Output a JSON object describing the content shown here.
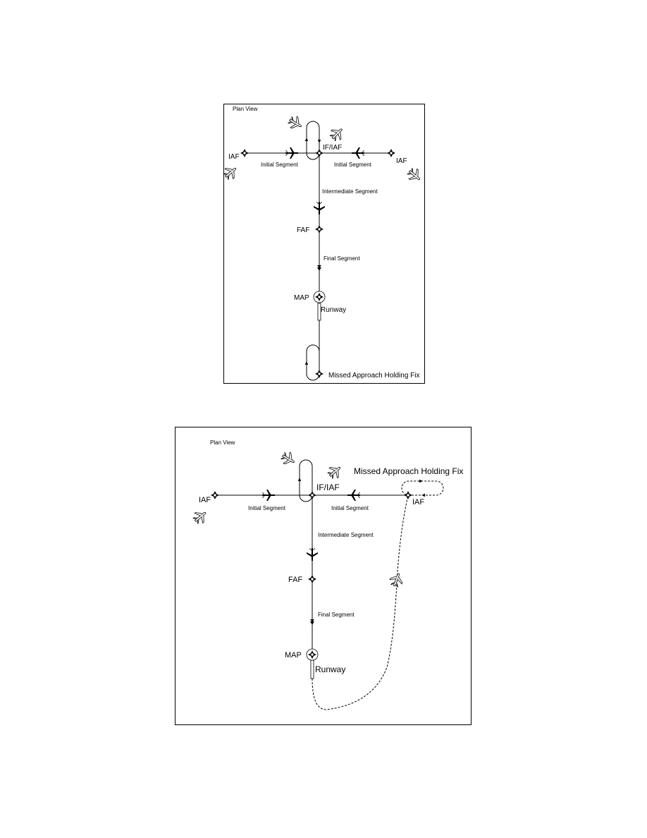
{
  "diagram1": {
    "title": "Plan View",
    "labels": {
      "iaf_left": "IAF",
      "iaf_right": "IAF",
      "if_iaf": "IF/IAF",
      "initial_left": "Initial Segment",
      "initial_right": "Initial Segment",
      "intermediate": "Intermediate Segment",
      "faf": "FAF",
      "final": "Final Segment",
      "map": "MAP",
      "runway": "Runway",
      "missed_holding": "Missed Approach Holding Fix"
    }
  },
  "diagram2": {
    "title": "Plan View",
    "labels": {
      "iaf_left": "IAF",
      "iaf_right": "IAF",
      "if_iaf": "IF/IAF",
      "initial_left": "Initial Segment",
      "initial_right": "Initial Segment",
      "intermediate": "Intermediate Segment",
      "faf": "FAF",
      "final": "Final Segment",
      "map": "MAP",
      "runway": "Runway",
      "missed_holding": "Missed Approach Holding Fix"
    }
  }
}
